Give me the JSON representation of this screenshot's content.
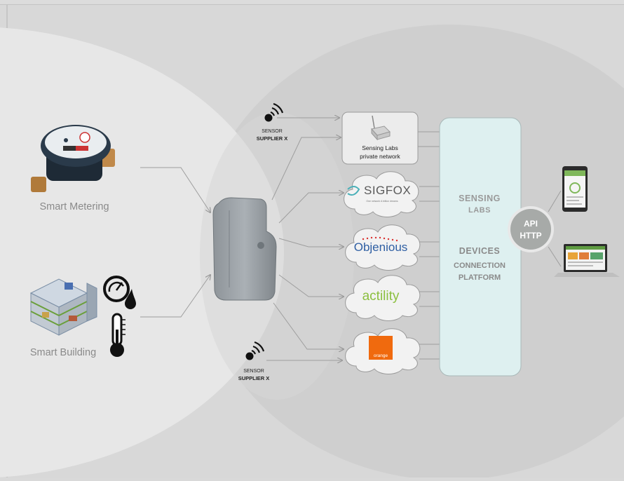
{
  "sources": {
    "metering_label": "Smart Metering",
    "building_label": "Smart Building"
  },
  "sensor_top": {
    "line1": "SENSOR",
    "line2": "SUPPLIER X"
  },
  "sensor_bottom": {
    "line1": "SENSOR",
    "line2": "SUPPLIER X"
  },
  "private_network": {
    "line1": "Sensing Labs",
    "line2": "private network"
  },
  "networks": {
    "sigfox": "SIGFOX",
    "sigfox_tagline": "One network A billion dreams",
    "objenious": "Objenious",
    "actility": "actility",
    "orange": "orange"
  },
  "platform": {
    "line1": "SENSING",
    "line2": "LABS",
    "line3": "DEVICES",
    "line4": "CONNECTION",
    "line5": "PLATFORM"
  },
  "api": {
    "line1": "API",
    "line2": "HTTP"
  },
  "colors": {
    "background": "#d9d9d9",
    "platform_fill": "#def0f0",
    "api_fill": "#a7aaa8",
    "orange": "#f06a0e",
    "objenious_blue": "#2f5fa3",
    "actility_green": "#8bbf3f"
  }
}
